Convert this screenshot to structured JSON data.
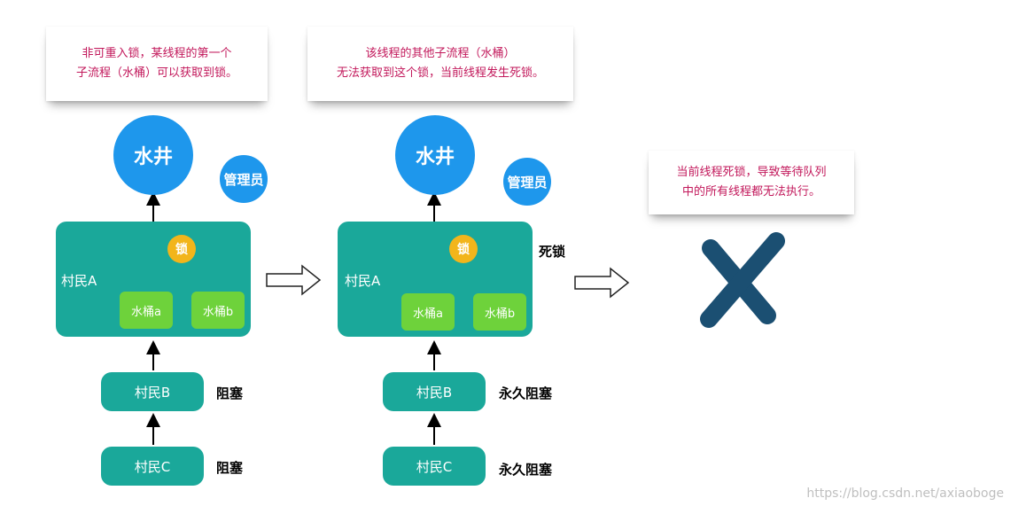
{
  "notes": {
    "note1": {
      "line1": "非可重入锁，某线程的第一个",
      "line2": "子流程（水桶）可以获取到锁。"
    },
    "note2": {
      "line1": "该线程的其他子流程（水桶）",
      "line2": "无法获取到这个锁，当前线程发生死锁。"
    },
    "note3": {
      "line1": "当前线程死锁，导致等待队列",
      "line2": "中的所有线程都无法执行。"
    }
  },
  "panel1": {
    "well": "水井",
    "manager": "管理员",
    "villager_a": "村民A",
    "lock": "锁",
    "bucket_a": "水桶a",
    "bucket_b": "水桶b",
    "villager_b": "村民B",
    "villager_c": "村民C",
    "status_b": "阻塞",
    "status_c": "阻塞"
  },
  "panel2": {
    "well": "水井",
    "manager": "管理员",
    "villager_a": "村民A",
    "lock": "锁",
    "bucket_a": "水桶a",
    "bucket_b": "水桶b",
    "deadlock": "死锁",
    "villager_b": "村民B",
    "villager_c": "村民C",
    "status_b": "永久阻塞",
    "status_c": "永久阻塞"
  },
  "watermark": "https://blog.csdn.net/axiaoboge",
  "colors": {
    "teal": "#1aa89a",
    "blue": "#1e97ec",
    "green": "#6ed23b",
    "gold": "#f2b51b",
    "note_text": "#c2185b",
    "cross": "#1b4f72"
  }
}
